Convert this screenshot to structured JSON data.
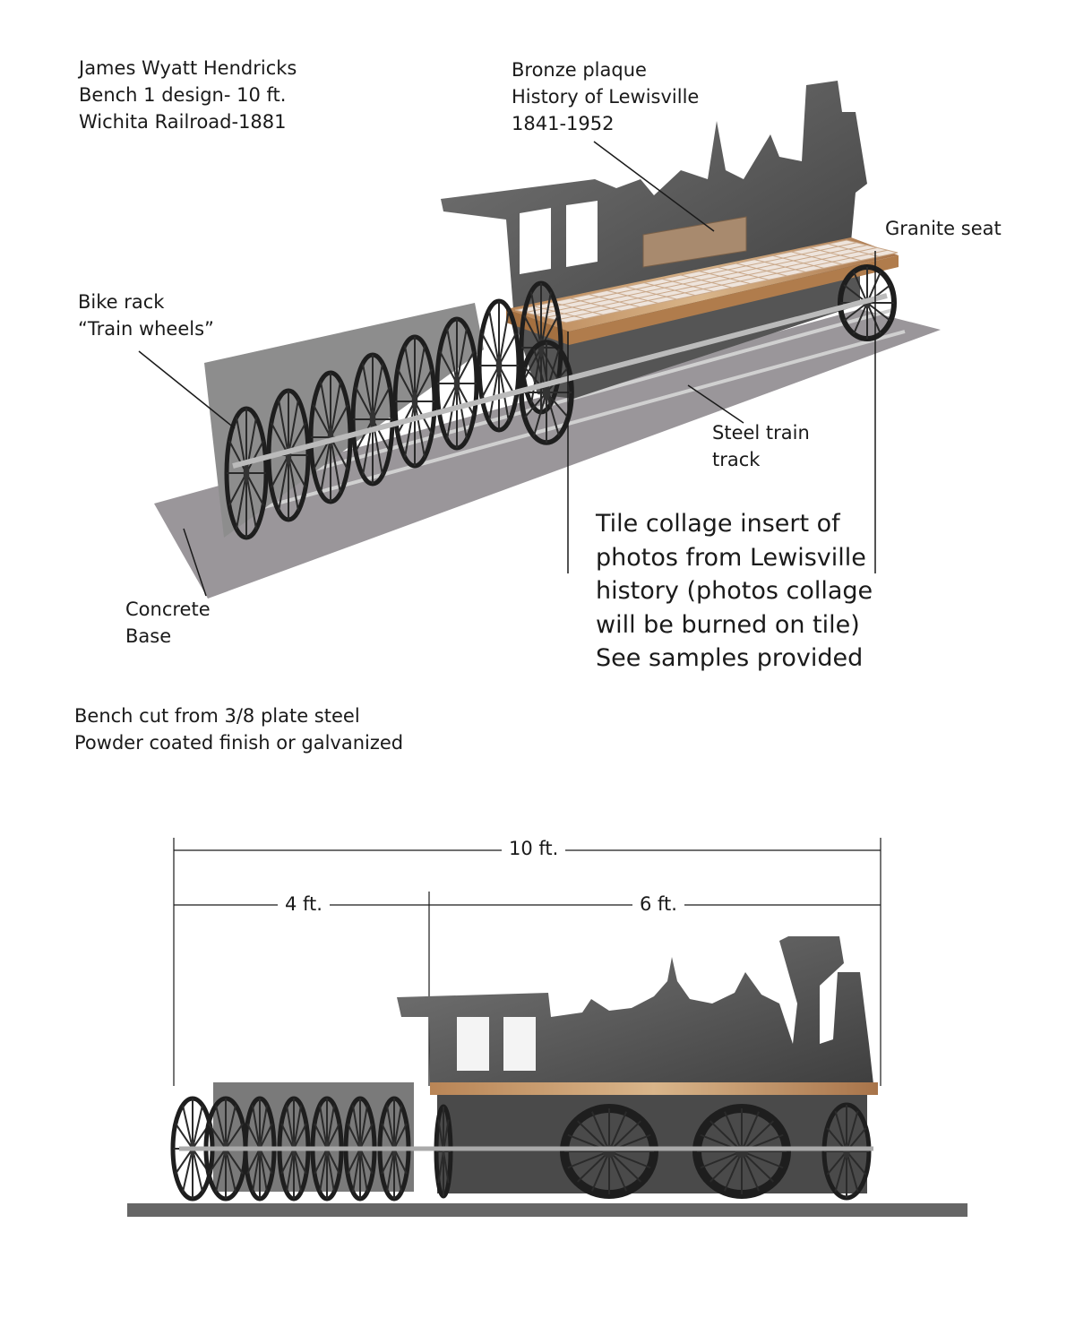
{
  "header": {
    "lines": [
      "James Wyatt Hendricks",
      "Bench 1 design- 10 ft.",
      "Wichita Railroad-1881"
    ]
  },
  "labels": {
    "plaque": [
      "Bronze plaque",
      "History  of Lewisville",
      "1841-1952"
    ],
    "granite": "Granite seat",
    "bike_rack": [
      "Bike rack",
      "“Train wheels”"
    ],
    "track": [
      "Steel train",
      "track"
    ],
    "tile": [
      "Tile collage insert of",
      "photos from Lewisville",
      "history (photos collage",
      "will be burned on tile)",
      "See samples provided"
    ],
    "base": [
      "Concrete",
      "Base"
    ],
    "material": [
      "Bench cut from 3/8 plate steel",
      "Powder coated finish or galvanized"
    ]
  },
  "dimensions": {
    "total": "10 ft.",
    "left": "4 ft.",
    "right": "6 ft."
  },
  "colors": {
    "steel": "#5a5a5a",
    "steel_light": "#8a8a8a",
    "concrete": "#9a969a",
    "granite": "#c89a66",
    "plaque": "#a88a6e",
    "line": "#1a1a1a"
  }
}
